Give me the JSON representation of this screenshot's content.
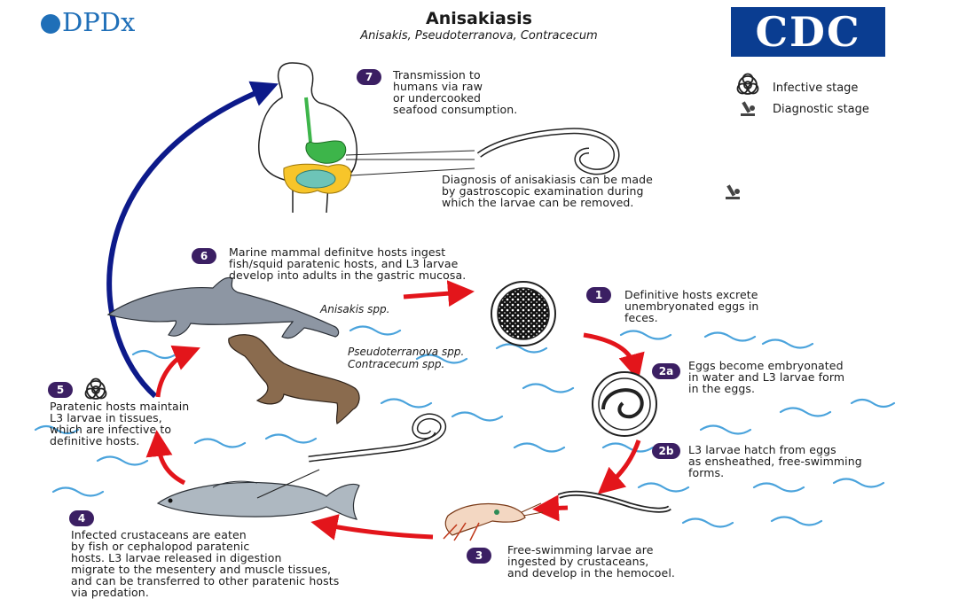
{
  "header": {
    "logo_left": "DPDx",
    "title": "Anisakiasis",
    "subtitle": "Anisakis, Pseudoterranova, Contracecum",
    "logo_right": "CDC"
  },
  "legend": {
    "infective": "Infective stage",
    "diagnostic": "Diagnostic stage"
  },
  "steps": {
    "s1": {
      "badge": "1",
      "lines": [
        "Definitive hosts excrete",
        "unembryonated eggs in",
        "feces."
      ]
    },
    "s2a": {
      "badge": "2a",
      "lines": [
        "Eggs become embryonated",
        "in water and L3 larvae form",
        "in the eggs."
      ]
    },
    "s2b": {
      "badge": "2b",
      "lines": [
        "L3 larvae hatch from eggs",
        "as ensheathed, free-swimming",
        "forms."
      ]
    },
    "s3": {
      "badge": "3",
      "lines": [
        "Free-swimming larvae are",
        "ingested by crustaceans,",
        "and develop in the hemocoel."
      ]
    },
    "s4": {
      "badge": "4",
      "lines": [
        "Infected crustaceans are eaten",
        "by fish or cephalopod paratenic",
        "hosts. L3 larvae released in digestion",
        "migrate to the mesentery and muscle tissues,",
        "and can be transferred to other paratenic hosts",
        "via predation."
      ]
    },
    "s5": {
      "badge": "5",
      "lines": [
        "Paratenic hosts maintain",
        "L3 larvae in tissues,",
        "which are infective to",
        "definitive hosts."
      ]
    },
    "s6": {
      "badge": "6",
      "lines": [
        "Marine mammal definitve hosts ingest",
        "fish/squid paratenic hosts, and L3 larvae",
        "develop into adults in the gastric mucosa."
      ]
    },
    "s7": {
      "badge": "7",
      "lines": [
        "Transmission to",
        "humans via raw",
        "or undercooked",
        "seafood consumption."
      ]
    }
  },
  "diagnosis": {
    "lines": [
      "Diagnosis of anisakiasis can be made",
      "by gastroscopic examination during",
      "which the larvae can be removed."
    ]
  },
  "species": {
    "anisakis": "Anisakis spp.",
    "others": [
      "Pseudoterranova spp.",
      "Contracecum spp."
    ]
  },
  "colors": {
    "arrow_red": "#e3151b",
    "arrow_blue": "#0d1a8a",
    "badge": "#3b1f63",
    "water": "#4aa3dc",
    "cdc_blue": "#0a3d91",
    "dpdx_blue": "#1f6fb8"
  }
}
